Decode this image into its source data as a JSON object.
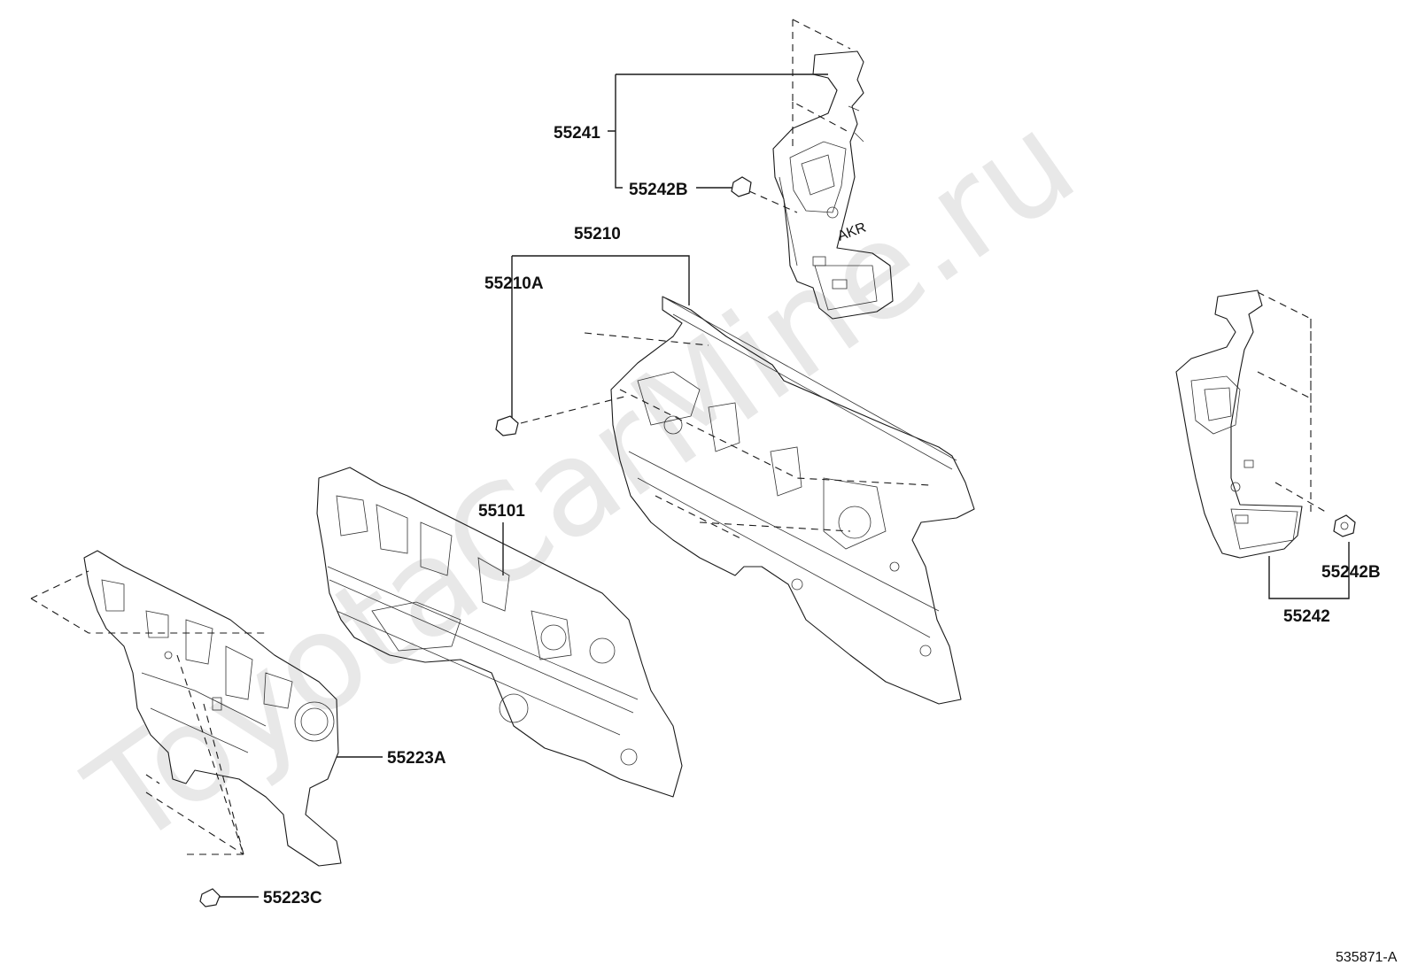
{
  "watermark": "ToyotaCarMine.ru",
  "labels": {
    "p55241": "55241",
    "p55242B_top": "55242B",
    "p55210": "55210",
    "p55210A": "55210A",
    "p55101": "55101",
    "p55223A": "55223A",
    "p55223C": "55223C",
    "p55242B_right": "55242B",
    "p55242": "55242"
  },
  "stamp": "AKR",
  "figure_ref": "535871-A"
}
